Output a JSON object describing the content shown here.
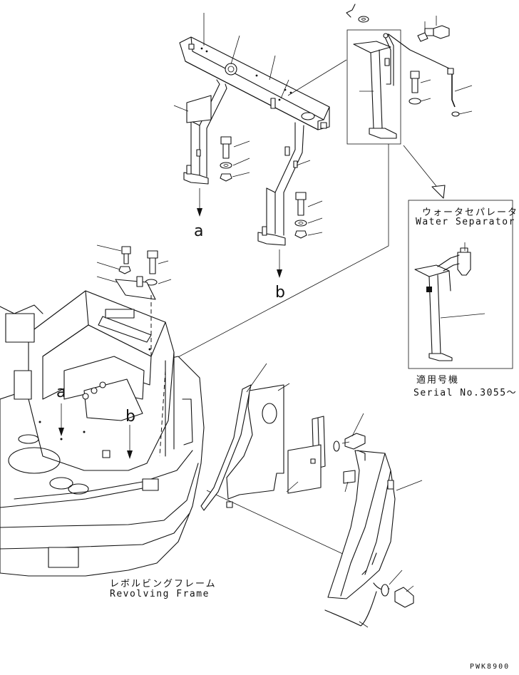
{
  "callouts": {
    "a_top": "a",
    "b_top": "b",
    "a_frame": "a",
    "b_frame": "b"
  },
  "water_separator": {
    "title_jp": "ウォータセパレータ",
    "title_en": "Water Separator"
  },
  "serial": {
    "label_jp": "適用号機",
    "label_en": "Serial No.3055〜"
  },
  "revolving_frame": {
    "label_jp": "レボルビングフレーム",
    "label_en": "Revolving Frame"
  },
  "drawing_code": "PWK8900"
}
